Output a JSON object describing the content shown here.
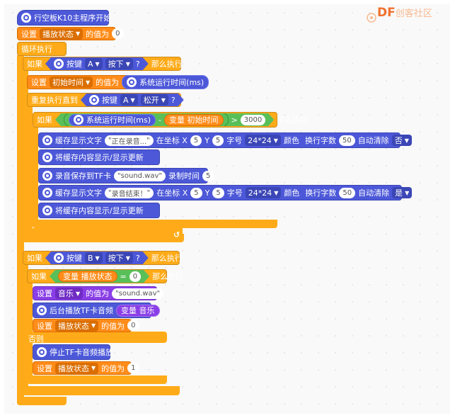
{
  "watermark": {
    "df": "DF",
    "text": "创客社区"
  },
  "blocks": {
    "start": "行空板K10主程序开始",
    "set1": {
      "label": "设置",
      "var": "播放状态",
      "mid": "的值为",
      "val": "0"
    },
    "loop": "循环执行",
    "if1": {
      "if": "如果",
      "key": "按键",
      "keyname": "A",
      "action": "按下",
      "q": "?",
      "then": "那么执行"
    },
    "set2": {
      "label": "设置",
      "var": "初始时间",
      "mid": "的值为",
      "reporter": "系统运行时间(ms)"
    },
    "repeat": {
      "label": "重复执行直到",
      "key": "按键",
      "keyname": "A",
      "action": "松开",
      "q": "?"
    },
    "if2": {
      "if": "如果",
      "reporter": "系统运行时间(ms)",
      "minus": "-",
      "var": "变量 初始时间",
      "gt": ">",
      "val": "3000",
      "then": "那么执行"
    },
    "cache1": {
      "label": "缓存显示文字",
      "text": "正在录音...",
      "at": "在坐标 X",
      "x": "5",
      "y_label": "Y",
      "y": "5",
      "font_label": "字号",
      "font": "24*24",
      "color_label": "颜色",
      "wrap_label": "换行字数",
      "wrap": "50",
      "clear_label": "自动清除",
      "clear": "否"
    },
    "show1": "将缓存内容显示/显示更新",
    "record": {
      "label": "录音保存到TF卡",
      "file": "sound.wav",
      "time_label": "录制时间",
      "time": "5"
    },
    "cache2": {
      "label": "缓存显示文字",
      "text": "录音结束！",
      "at": "在坐标 X",
      "x": "5",
      "y_label": "Y",
      "y": "5",
      "font_label": "字号",
      "font": "24*24",
      "color_label": "颜色",
      "wrap_label": "换行字数",
      "wrap": "50",
      "clear_label": "自动清除",
      "clear": "是"
    },
    "show2": "将缓存内容显示/显示更新",
    "if3": {
      "if": "如果",
      "key": "按键",
      "keyname": "B",
      "action": "按下",
      "q": "?",
      "then": "那么执行"
    },
    "if4": {
      "if": "如果",
      "var": "变量 播放状态",
      "eq": "=",
      "val": "0",
      "then": "那么执行"
    },
    "set3": {
      "label": "设置",
      "var": "音乐",
      "mid": "的值为",
      "val": "sound.wav"
    },
    "play": {
      "label": "后台播放TF卡音频",
      "var": "变量 音乐"
    },
    "set4": {
      "label": "设置",
      "var": "播放状态",
      "mid": "的值为",
      "val": "0"
    },
    "else": "否则",
    "stop": "停止TF卡音频播放",
    "set5": {
      "label": "设置",
      "var": "播放状态",
      "mid": "的值为",
      "val": "1"
    },
    "arrow": "↺"
  },
  "colors": {
    "control": "#ffab19",
    "k10": "#4c58d8",
    "variable": "#ff8c1a",
    "operator": "#59c059",
    "music": "#8a3fe6",
    "led_color": "#ff0000"
  }
}
